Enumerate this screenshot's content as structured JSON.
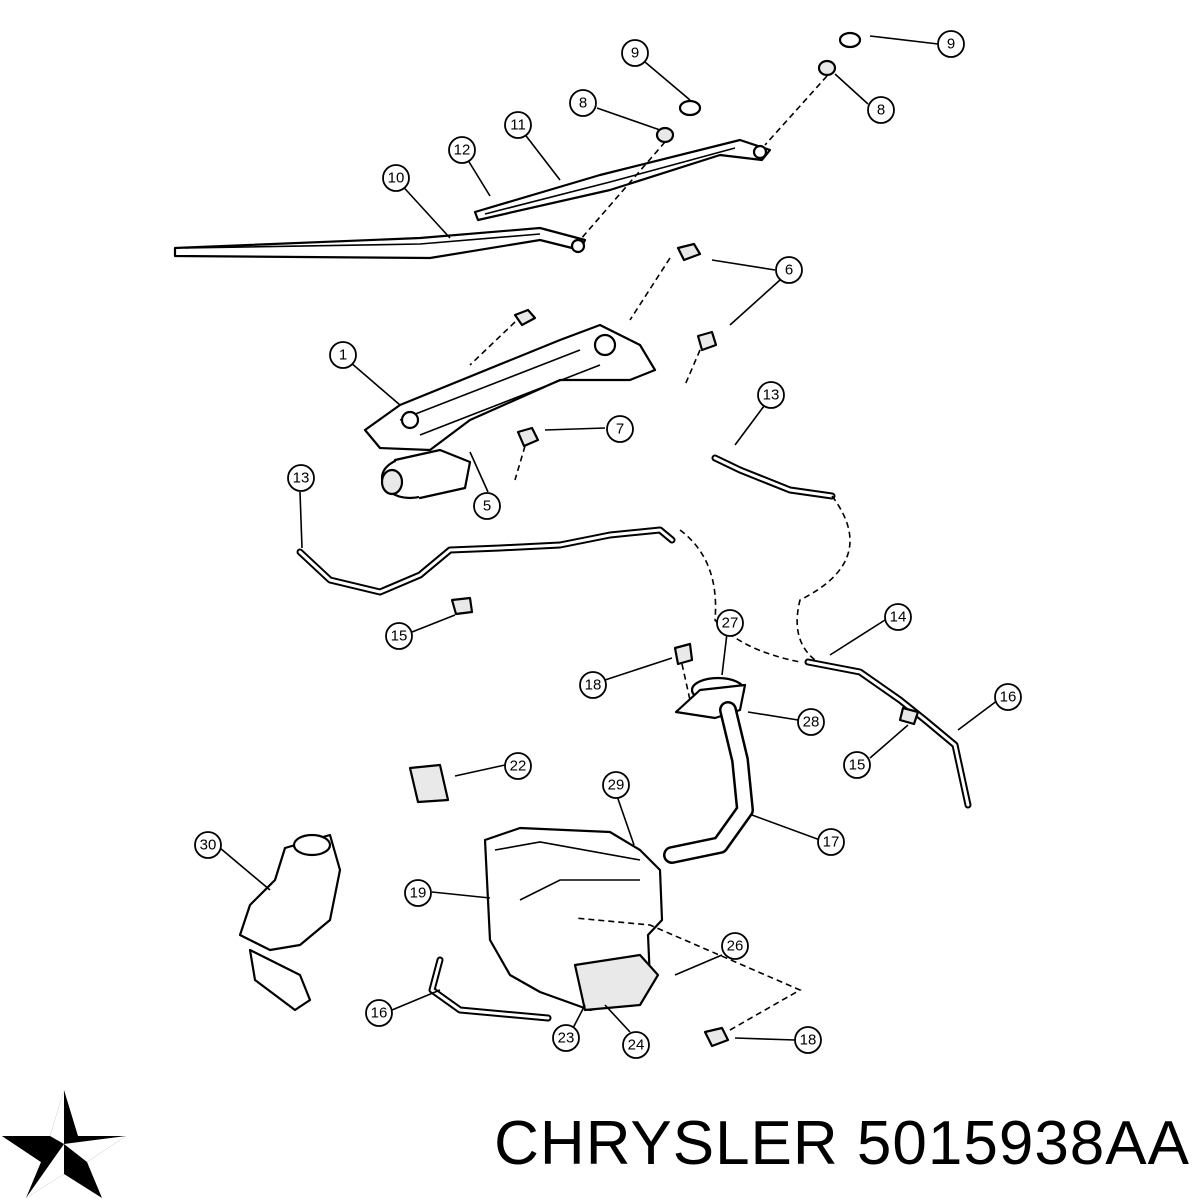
{
  "caption": {
    "brand": "CHRYSLER",
    "part_number": "5015938AA"
  },
  "callouts": [
    {
      "id": "c9a",
      "label": "9"
    },
    {
      "id": "c9b",
      "label": "9"
    },
    {
      "id": "c8a",
      "label": "8"
    },
    {
      "id": "c8b",
      "label": "8"
    },
    {
      "id": "c11",
      "label": "11"
    },
    {
      "id": "c12",
      "label": "12"
    },
    {
      "id": "c10",
      "label": "10"
    },
    {
      "id": "c6",
      "label": "6"
    },
    {
      "id": "c1",
      "label": "1"
    },
    {
      "id": "c7",
      "label": "7"
    },
    {
      "id": "c5",
      "label": "5"
    },
    {
      "id": "c13a",
      "label": "13"
    },
    {
      "id": "c13b",
      "label": "13"
    },
    {
      "id": "c15a",
      "label": "15"
    },
    {
      "id": "c27",
      "label": "27"
    },
    {
      "id": "c14",
      "label": "14"
    },
    {
      "id": "c18a",
      "label": "18"
    },
    {
      "id": "c28",
      "label": "28"
    },
    {
      "id": "c16a",
      "label": "16"
    },
    {
      "id": "c15b",
      "label": "15"
    },
    {
      "id": "c22",
      "label": "22"
    },
    {
      "id": "c29",
      "label": "29"
    },
    {
      "id": "c17",
      "label": "17"
    },
    {
      "id": "c30",
      "label": "30"
    },
    {
      "id": "c19",
      "label": "19"
    },
    {
      "id": "c26",
      "label": "26"
    },
    {
      "id": "c16b",
      "label": "16"
    },
    {
      "id": "c23",
      "label": "23"
    },
    {
      "id": "c24",
      "label": "24"
    },
    {
      "id": "c18b",
      "label": "18"
    }
  ],
  "icons": {
    "logo": "chrysler-pentastar-icon"
  }
}
